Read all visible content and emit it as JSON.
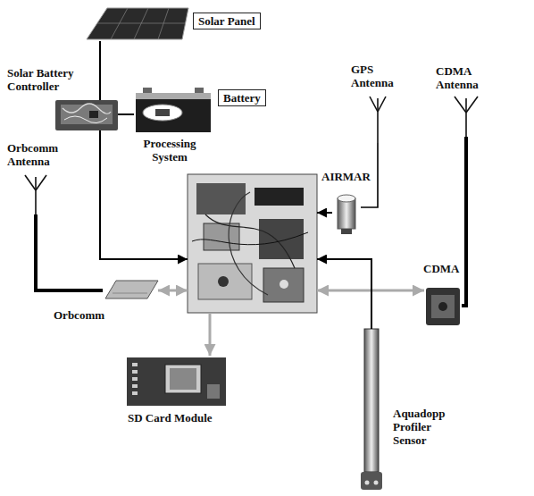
{
  "diagram": {
    "nodes": [
      {
        "text": [
          "Solar Panel"
        ]
      },
      {
        "text": [
          "Solar Battery Controller"
        ]
      },
      {
        "text": [
          "Battery"
        ]
      },
      {
        "text": [
          "Processing System"
        ]
      },
      {
        "text": [
          "GPS Antenna"
        ]
      },
      {
        "text": [
          "CDMA Antenna"
        ]
      },
      {
        "text": [
          "Orbcomm Antenna"
        ]
      },
      {
        "text": [
          "AIRMAR"
        ]
      },
      {
        "text": [
          "Orbcomm"
        ]
      },
      {
        "text": [
          "CDMA"
        ]
      },
      {
        "text": [
          "SD Card Module"
        ]
      },
      {
        "text": [
          "Aquadopp Profiler Sensor"
        ]
      }
    ],
    "edges": [
      {
        "from": 0,
        "to": 1,
        "arrow": "none"
      },
      {
        "from": 1,
        "to": 2,
        "arrow": "none"
      },
      {
        "from": 1,
        "to": 3,
        "arrow": "to"
      },
      {
        "from": 4,
        "to": 7,
        "arrow": "none"
      },
      {
        "from": 5,
        "to": 9,
        "arrow": "none"
      },
      {
        "from": 6,
        "to": 8,
        "arrow": "none"
      },
      {
        "from": 7,
        "to": 3,
        "arrow": "to"
      },
      {
        "from": 8,
        "to": 3,
        "arrow": "both"
      },
      {
        "from": 3,
        "to": 9,
        "arrow": "both"
      },
      {
        "from": 3,
        "to": 10,
        "arrow": "to"
      },
      {
        "from": 11,
        "to": 3,
        "arrow": "to"
      }
    ]
  }
}
